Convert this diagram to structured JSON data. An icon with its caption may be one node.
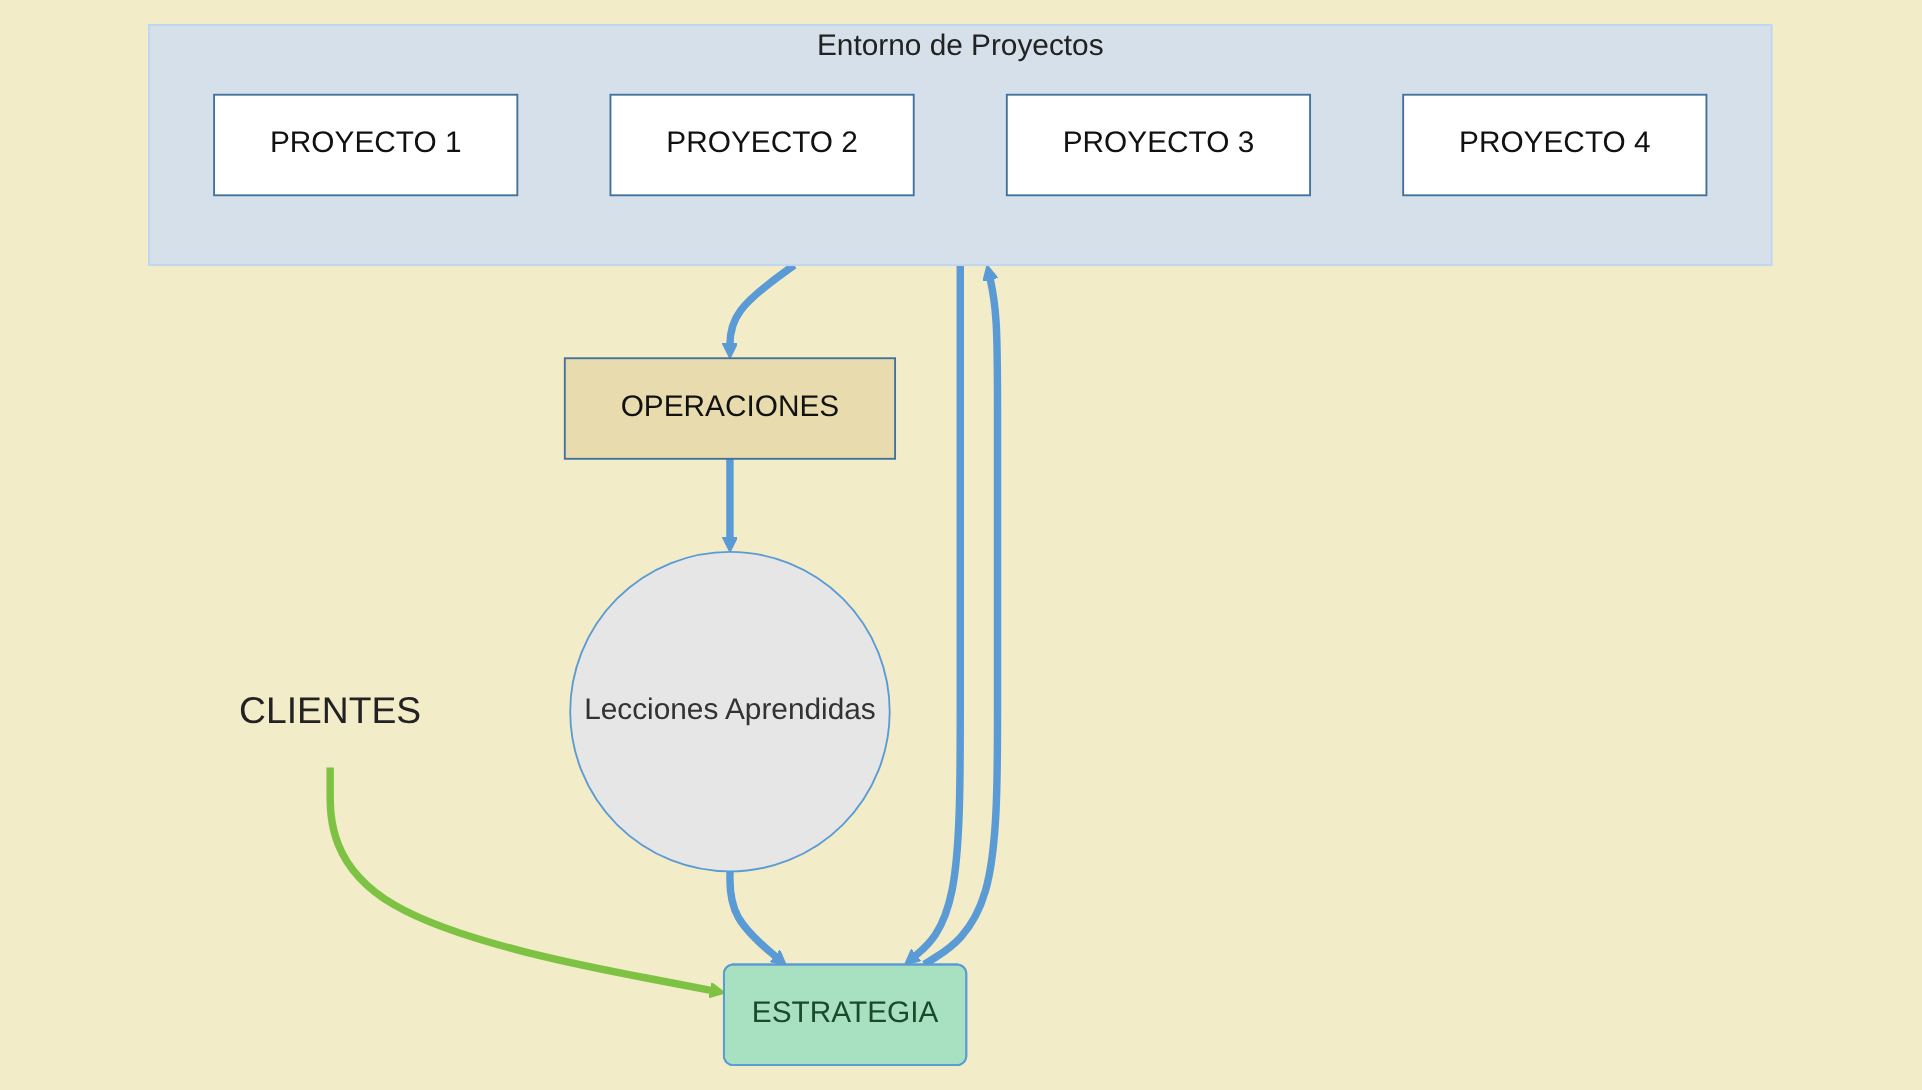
{
  "diagram": {
    "nodes": [
      {
        "text": [
          "CLIENTES"
        ]
      },
      {
        "text": [
          "ESTRATEGIA"
        ]
      },
      {
        "text": [
          "Lecciones Aprendidas"
        ]
      },
      {
        "text": [
          "Entorno de Proyectos"
        ]
      },
      {
        "text": [
          "PROYECTO 1"
        ],
        "in": 3
      },
      {
        "text": [
          "PROYECTO 2"
        ],
        "in": 3
      },
      {
        "text": [
          "PROYECTO 3"
        ],
        "in": 3
      },
      {
        "text": [
          "PROYECTO 4"
        ],
        "in": 3
      },
      {
        "text": [
          "OPERACIONES"
        ]
      }
    ],
    "edges": [
      {
        "from": 0,
        "to": 1,
        "arrow": "to",
        "color": "#7dc242"
      },
      {
        "from": 2,
        "to": 1,
        "arrow": "to"
      },
      {
        "from": 1,
        "to": 3,
        "arrow": "to"
      },
      {
        "from": 3,
        "to": 1,
        "arrow": "to"
      },
      {
        "from": 3,
        "to": 8,
        "arrow": "to"
      },
      {
        "from": 8,
        "to": 2,
        "arrow": "to"
      }
    ]
  }
}
